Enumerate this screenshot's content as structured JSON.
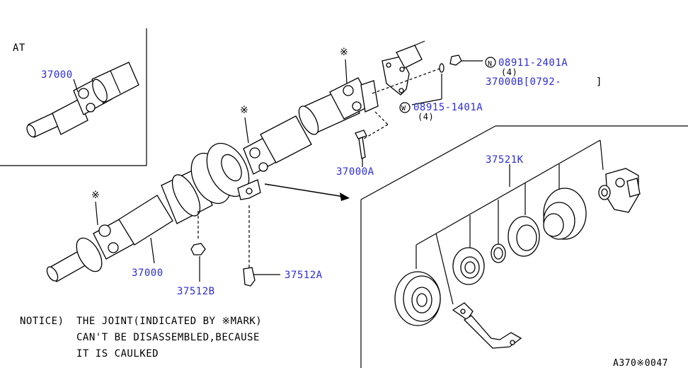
{
  "variant_label": "AT",
  "parts": {
    "inset_shaft": "37000",
    "propeller_shaft": "37000",
    "bolt": "37000A",
    "nut_37512b": "37512B",
    "bolt_37512a": "37512A",
    "bearing_kit": "37521K",
    "nut_code_prefix": "N",
    "nut_code": "08911-2401A",
    "nut_qty": "(4)",
    "washer_code_prefix": "W",
    "washer_code": "08915-1401A",
    "washer_qty": "(4)",
    "ref_line": "37000B[0792-",
    "ref_line_end": "]"
  },
  "caulk_mark": "※",
  "notice": {
    "lead": "NOTICE)",
    "line1": "THE JOINT(INDICATED BY ※MARK)",
    "line2": "CAN'T BE DISASSEMBLED,BECAUSE",
    "line3": "IT IS CAULKED"
  },
  "figure_code": "A370※0047"
}
